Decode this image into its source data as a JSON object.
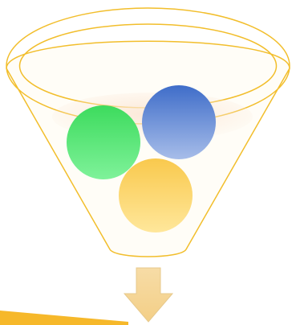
{
  "diagram": {
    "type": "funnel",
    "colors": {
      "funnel_outline": "#F2BE2C",
      "funnel_fill": "#FFFDF7",
      "liquid_surface": "#FBE7D6",
      "arrow_fill": "#F7DCA6",
      "arrow_stroke": "#E7C98C",
      "bottom_band": "#F6B82A"
    },
    "balls": [
      {
        "name": "green-ball",
        "color": "#3DDB5D",
        "color_light": "#7FF29A"
      },
      {
        "name": "blue-ball",
        "color": "#3F6DC9",
        "color_light": "#A7BDE9"
      },
      {
        "name": "yellow-ball",
        "color": "#F9C94D",
        "color_light": "#FFE79B"
      }
    ],
    "icons": [
      "funnel-icon",
      "down-arrow-icon"
    ]
  }
}
